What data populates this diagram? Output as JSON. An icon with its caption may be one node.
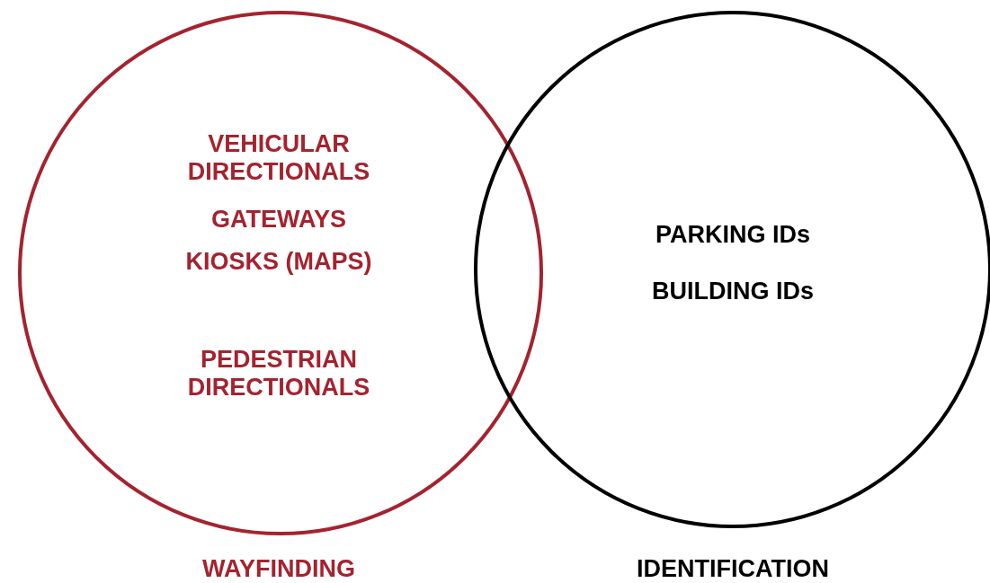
{
  "diagram": {
    "nodes": [
      {
        "text": [
          "VEHICULAR DIRECTIONALS",
          "GATEWAYS",
          "KIOSKS (MAPS)",
          "PEDESTRIAN DIRECTIONALS",
          "WAYFINDING"
        ]
      },
      {
        "text": [
          "PARKING IDs",
          "BUILDING IDs",
          "IDENTIFICATION"
        ]
      }
    ],
    "edges": []
  }
}
